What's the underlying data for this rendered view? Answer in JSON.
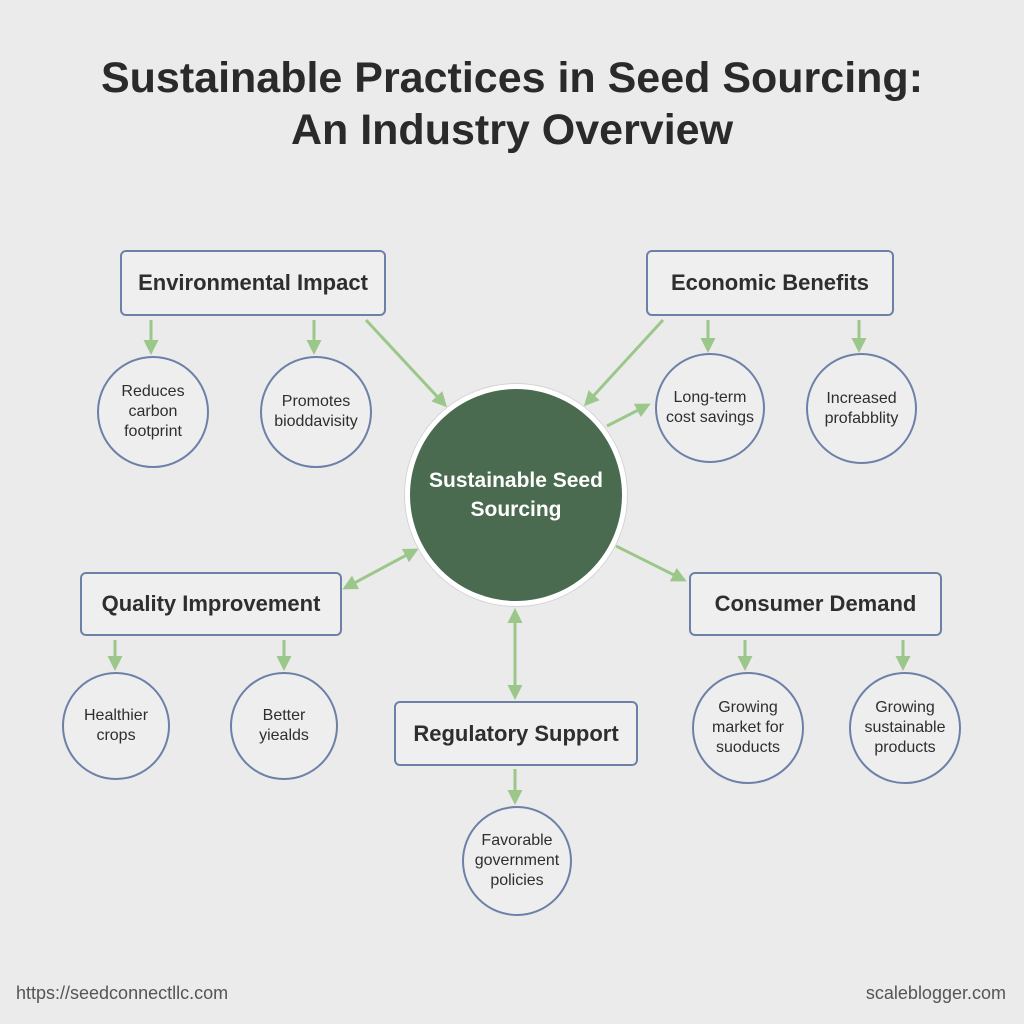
{
  "title": {
    "line1": "Sustainable Practices in Seed Sourcing:",
    "line2": "An Industry Overview"
  },
  "center": "Sustainable Seed Sourcing",
  "categories": {
    "environmental": {
      "label": "Environmental Impact",
      "items": [
        "Reduces carbon footprint",
        "Promotes bioddavisity"
      ]
    },
    "economic": {
      "label": "Economic Benefits",
      "items": [
        "Long-term cost savings",
        "Increased profabblity"
      ]
    },
    "quality": {
      "label": "Quality Improvement",
      "items": [
        "Healthier crops",
        "Better yiealds"
      ]
    },
    "consumer": {
      "label": "Consumer Demand",
      "items": [
        "Growing market for suoducts",
        "Growing sustainable products"
      ]
    },
    "regulatory": {
      "label": "Regulatory Support",
      "items": [
        "Favorable government policies"
      ]
    }
  },
  "footer": {
    "left": "https://seedconnectllc.com",
    "right": "scaleblogger.com"
  },
  "colors": {
    "background": "#ebebeb",
    "box_border": "#6d80a8",
    "arrow": "#9cc78a",
    "center_fill": "#4a6b4f",
    "text": "#2e2e2e"
  }
}
